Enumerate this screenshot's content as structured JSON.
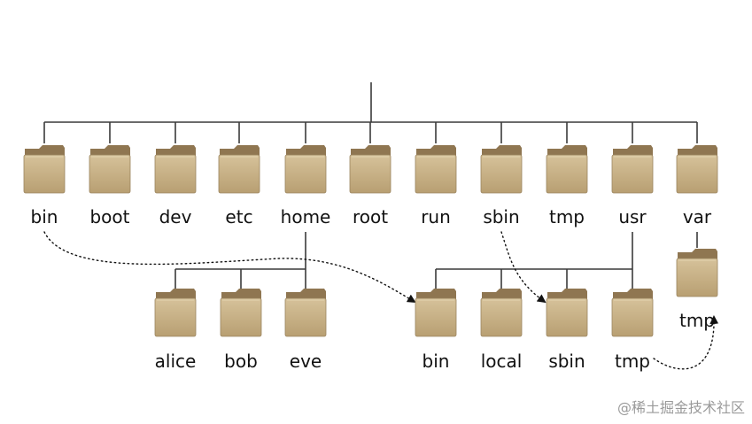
{
  "root": {
    "label": "/"
  },
  "top_level": [
    {
      "id": "bin",
      "label": "bin"
    },
    {
      "id": "boot",
      "label": "boot"
    },
    {
      "id": "dev",
      "label": "dev"
    },
    {
      "id": "etc",
      "label": "etc"
    },
    {
      "id": "home",
      "label": "home"
    },
    {
      "id": "root",
      "label": "root"
    },
    {
      "id": "run",
      "label": "run"
    },
    {
      "id": "sbin",
      "label": "sbin"
    },
    {
      "id": "tmp",
      "label": "tmp"
    },
    {
      "id": "usr",
      "label": "usr"
    },
    {
      "id": "var",
      "label": "var"
    }
  ],
  "home_children": [
    {
      "id": "alice",
      "label": "alice"
    },
    {
      "id": "bob",
      "label": "bob"
    },
    {
      "id": "eve",
      "label": "eve"
    }
  ],
  "usr_children": [
    {
      "id": "usr-bin",
      "label": "bin"
    },
    {
      "id": "usr-local",
      "label": "local"
    },
    {
      "id": "usr-sbin",
      "label": "sbin"
    },
    {
      "id": "usr-tmp",
      "label": "tmp"
    }
  ],
  "var_children": [
    {
      "id": "var-tmp",
      "label": "tmp"
    }
  ],
  "links": [
    {
      "from": "bin",
      "to": "usr-bin"
    },
    {
      "from": "sbin",
      "to": "usr-sbin"
    },
    {
      "from": "usr-tmp",
      "to": "var-tmp"
    }
  ],
  "watermark": "@稀土掘金技术社区",
  "colors": {
    "folder_front": "#c9b48a",
    "folder_back": "#8f7651",
    "line": "#3a3a3a"
  }
}
